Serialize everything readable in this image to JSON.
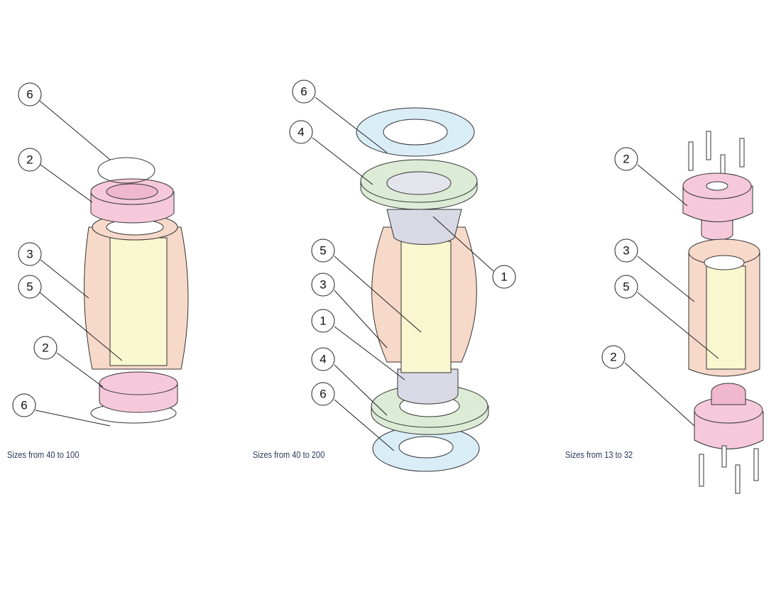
{
  "colors": {
    "flange": "#d9edf7",
    "ring": "#dcebd6",
    "body": "#f7d9c9",
    "liner": "#f9f7cf",
    "end": "#f5c9da",
    "sleeve": "#d9d9e6"
  },
  "views": [
    {
      "caption": "Sizes from 40 to 100",
      "callouts": [
        "6",
        "2",
        "3",
        "5",
        "2",
        "6"
      ]
    },
    {
      "caption": "Sizes from 40 to 200",
      "callouts": [
        "6",
        "4",
        "5",
        "3",
        "1",
        "4",
        "6",
        "1"
      ]
    },
    {
      "caption": "Sizes from 13 to 32",
      "callouts": [
        "2",
        "3",
        "5",
        "2"
      ]
    }
  ]
}
